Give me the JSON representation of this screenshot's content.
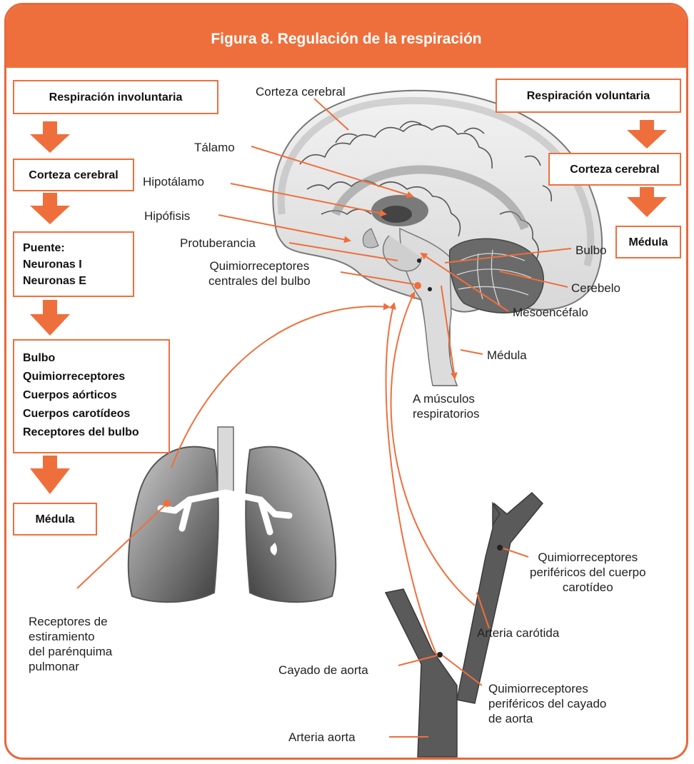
{
  "title": "Figura 8. Regulación de la respiración",
  "colors": {
    "accent": "#ef6f3c",
    "tissue_dark": "#6a6a6a",
    "tissue_light": "#d2d2d2"
  },
  "left_flow": {
    "box1": "Respiración involuntaria",
    "box2": "Corteza cerebral",
    "box3": [
      "Puente:",
      "Neuronas I",
      "Neuronas E"
    ],
    "box4": [
      "Bulbo",
      "Quimiorreceptores",
      "Cuerpos aórticos",
      "Cuerpos carotídeos",
      "Receptores del bulbo"
    ],
    "box5": "Médula"
  },
  "right_flow": {
    "box1": "Respiración voluntaria",
    "box2": "Corteza cerebral",
    "box3": "Médula"
  },
  "labels": {
    "corteza": "Corteza cerebral",
    "talamo": "Tálamo",
    "hipotalamo": "Hipotálamo",
    "hipofisis": "Hipófisis",
    "protuberancia": "Protuberancia",
    "quimio_central": [
      "Quimiorreceptores",
      "centrales del bulbo"
    ],
    "bulbo": "Bulbo",
    "cerebelo": "Cerebelo",
    "mesoencefalo": "Mesoencéfalo",
    "medula": "Médula",
    "musculos": [
      "A músculos",
      "respiratorios"
    ],
    "receptores_estiramiento": [
      "Receptores de",
      "estiramiento",
      "del parénquima",
      "pulmonar"
    ],
    "quimio_carotideo": [
      "Quimiorreceptores",
      "periféricos del cuerpo",
      "carotídeo"
    ],
    "arteria_carotida": "Arteria carótida",
    "cayado": "Cayado de aorta",
    "quimio_cayado": [
      "Quimiorreceptores",
      "periféricos del cayado",
      "de aorta"
    ],
    "arteria_aorta": "Arteria aorta"
  }
}
